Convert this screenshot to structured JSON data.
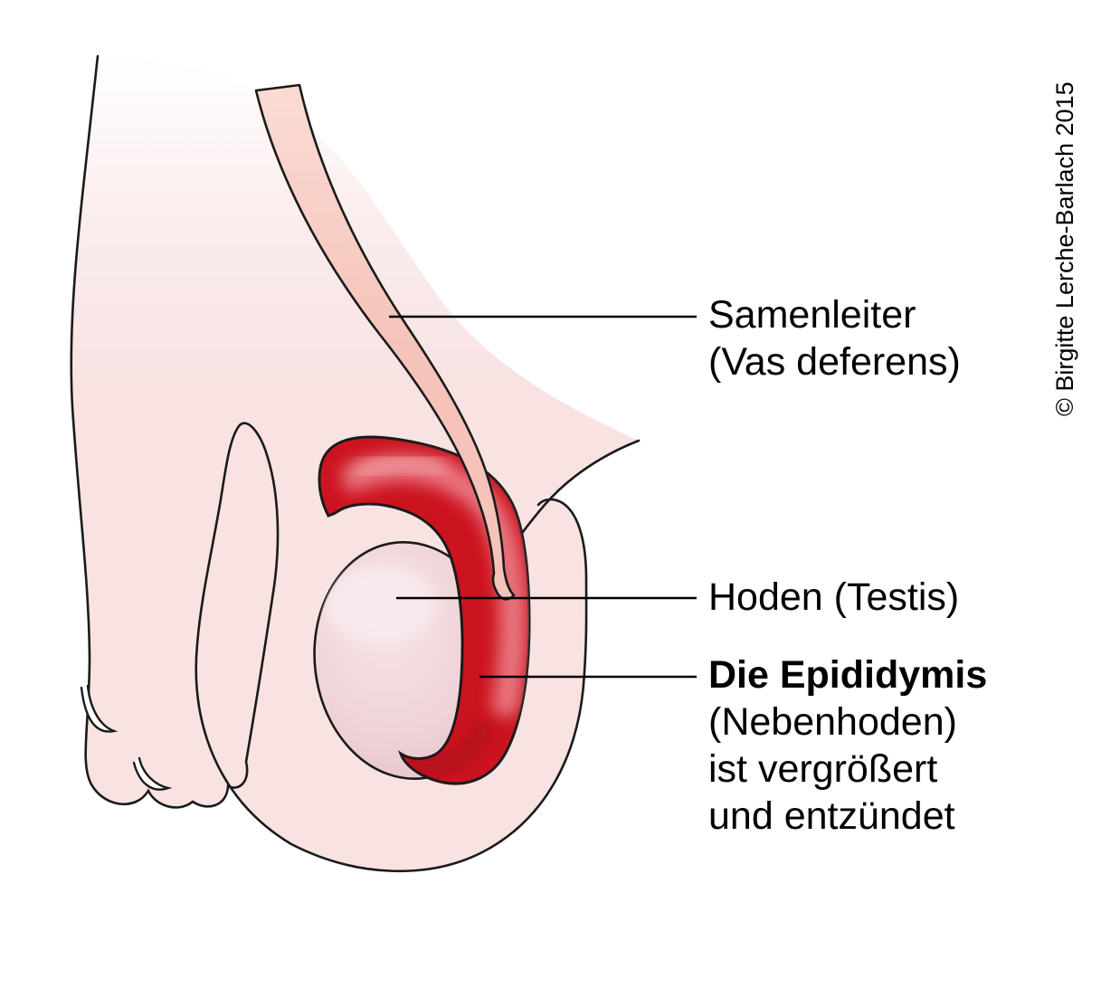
{
  "illustration": {
    "colors": {
      "body_fill": "#f8e2e2",
      "vas_deferens_fill": "#f5c3b9",
      "epididymis_red": "#cc1420",
      "epididymis_highlight": "#ee8890",
      "testis_fill": "#ecccd3",
      "outline": "#1a1a1a"
    }
  },
  "labels": {
    "samenleiter": {
      "line1": "Samenleiter",
      "line2": "(Vas deferens)"
    },
    "hoden": {
      "line1": "Hoden (Testis)"
    },
    "epididymis": {
      "line1": "Die Epididymis",
      "line2": "(Nebenhoden)",
      "line3": "ist vergrößert",
      "line4": "und entzündet"
    }
  },
  "credit": {
    "text": "© Birgitte Lerche-Barlach 2015"
  }
}
